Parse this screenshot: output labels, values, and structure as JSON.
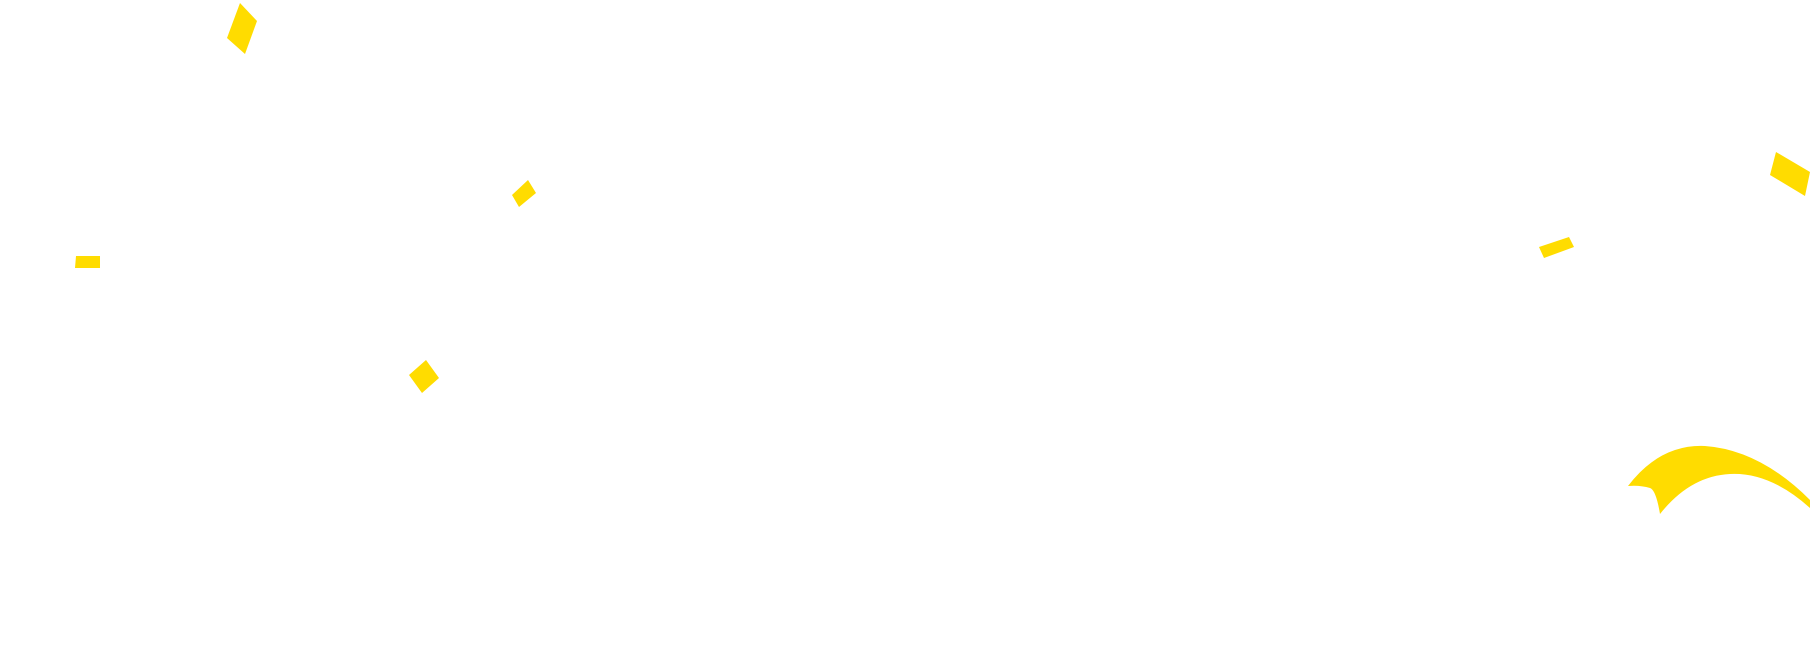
{
  "background_color": "#ffffff",
  "accent_color": "#FFDC00",
  "decorations": [
    {
      "type": "confetti",
      "name": "confetti-top-left"
    },
    {
      "type": "confetti",
      "name": "confetti-left-bar"
    },
    {
      "type": "confetti",
      "name": "confetti-upper-middle"
    },
    {
      "type": "confetti",
      "name": "confetti-lower-left"
    },
    {
      "type": "confetti",
      "name": "confetti-right-small"
    },
    {
      "type": "confetti",
      "name": "confetti-right-large"
    },
    {
      "type": "swoosh",
      "name": "swoosh-bottom-right"
    }
  ]
}
